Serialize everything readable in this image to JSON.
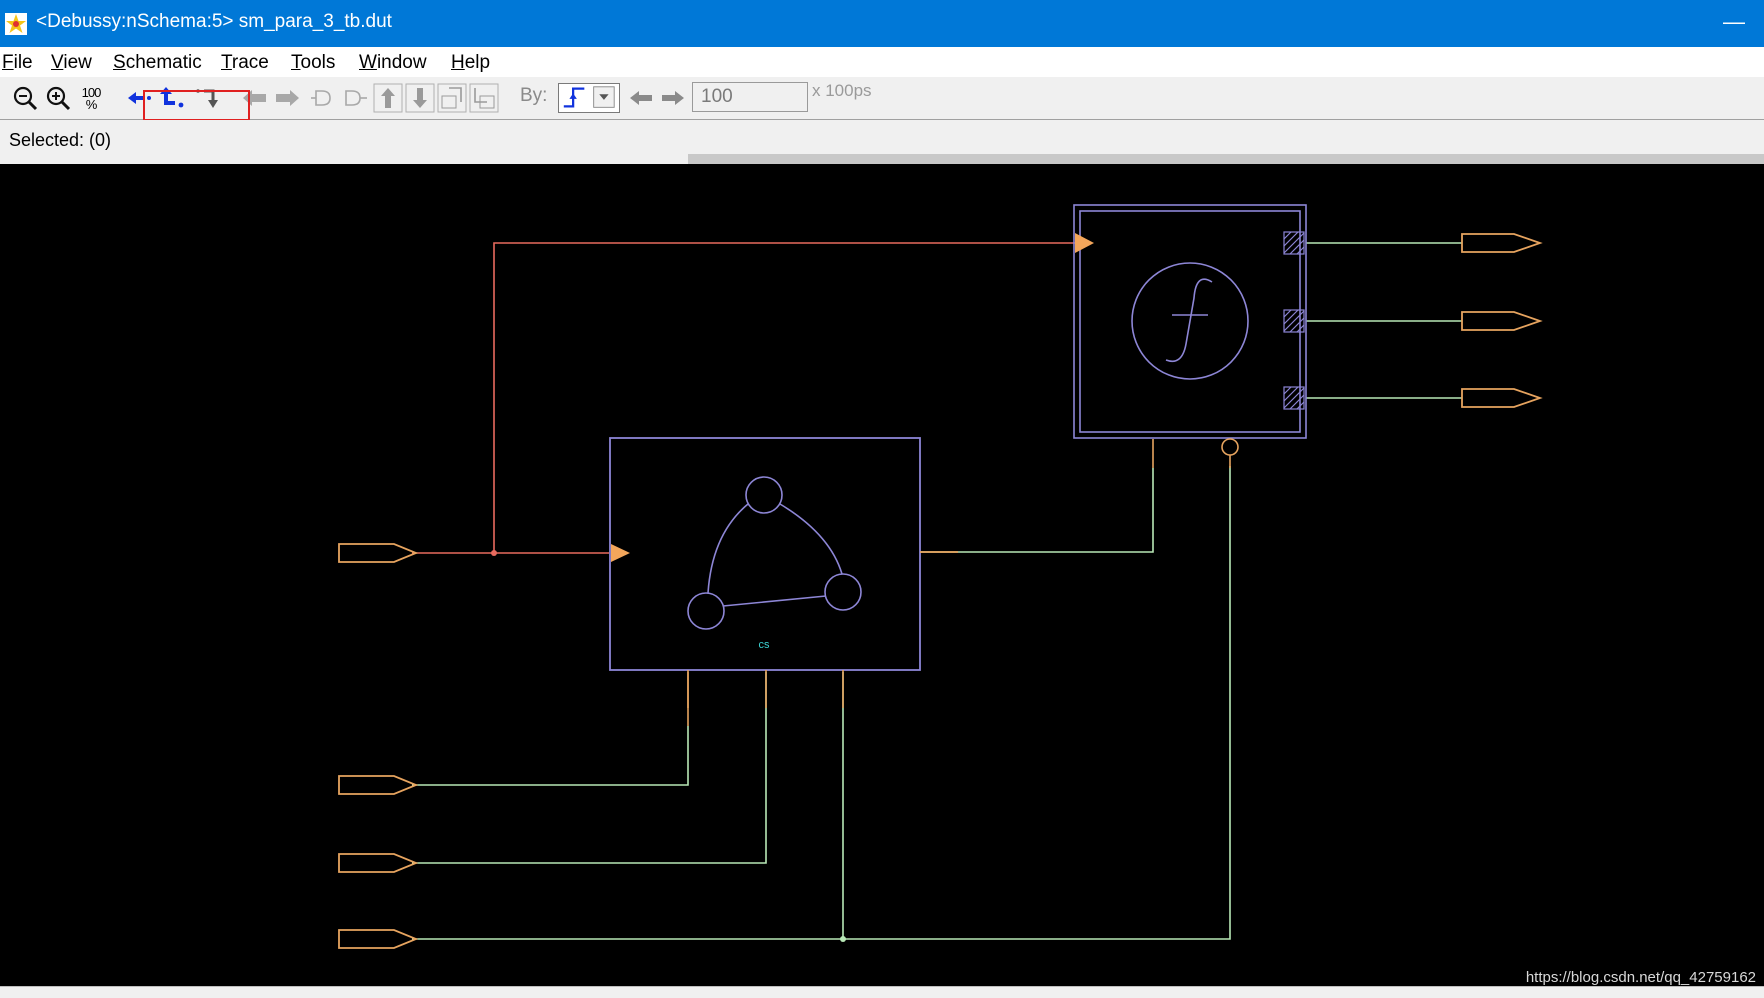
{
  "window": {
    "title": "<Debussy:nSchema:5> sm_para_3_tb.dut",
    "minimize_glyph": "—"
  },
  "menu": [
    {
      "mnemonic": "F",
      "rest": "ile"
    },
    {
      "mnemonic": "V",
      "rest": "iew"
    },
    {
      "mnemonic": "S",
      "rest": "chematic"
    },
    {
      "mnemonic": "T",
      "rest": "race"
    },
    {
      "mnemonic": "T",
      "rest": "ools"
    },
    {
      "mnemonic": "W",
      "rest": "indow"
    },
    {
      "mnemonic": "H",
      "rest": "elp"
    }
  ],
  "toolbar": {
    "zoom_100_label": "100\n%",
    "by_label": "By:",
    "time_value": "100",
    "time_unit": "x 100ps",
    "icons": [
      "zoom-out-icon",
      "zoom-in-icon",
      "zoom-100-icon",
      "trace-back-icon",
      "trace-driver-icon",
      "trace-load-icon",
      "trace-prev-icon",
      "trace-next-icon",
      "dummy-load-icon",
      "dummy-driver-icon",
      "arrow-up-icon",
      "arrow-down-icon",
      "push-icon",
      "pop-icon"
    ],
    "highlight_color": "#e02020"
  },
  "status": {
    "selected": "Selected: (0)"
  },
  "schematic": {
    "fsm_label": "cs",
    "function_symbol": "f",
    "colors": {
      "background": "#000000",
      "block": "#8d86d6",
      "port": "#e7a45f",
      "net_green": "#b8e8b6",
      "net_red": "#e86a5e",
      "fsm_label": "#3cd2d2"
    }
  },
  "watermark": "https://blog.csdn.net/qq_42759162"
}
